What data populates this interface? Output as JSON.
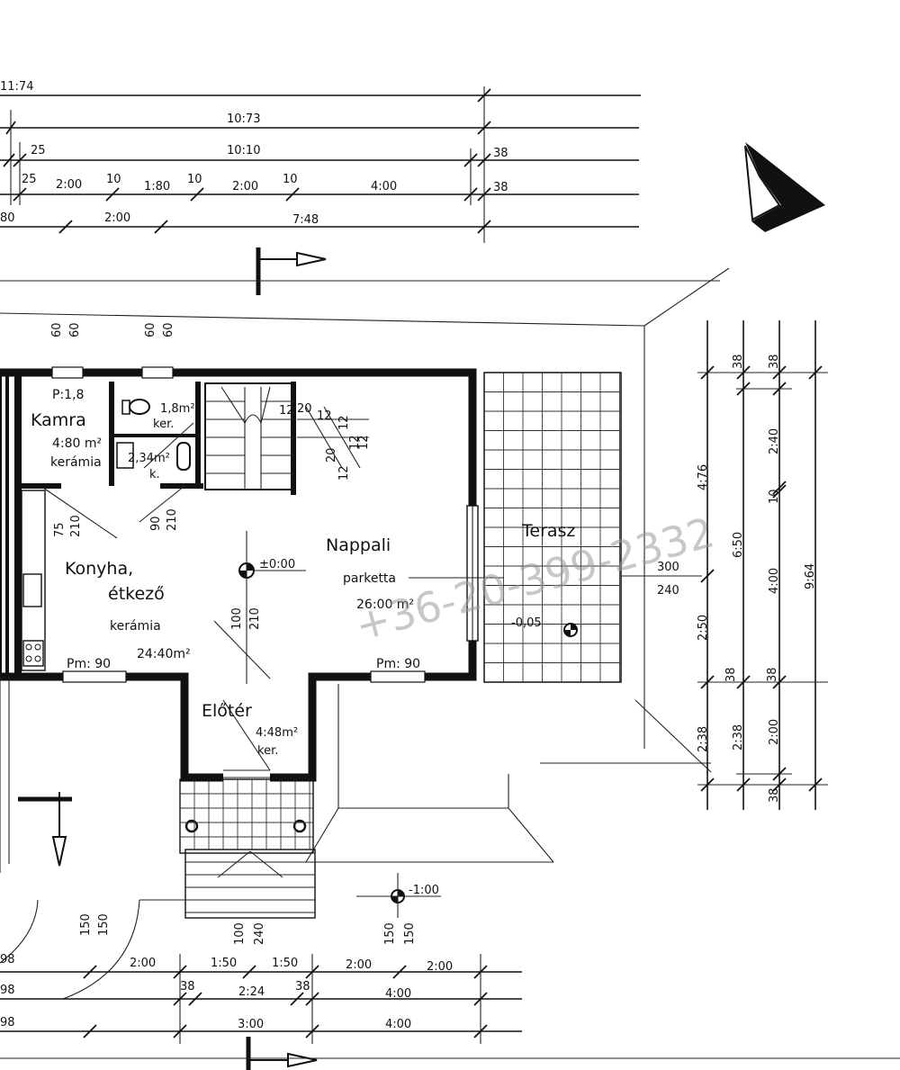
{
  "top_dimensions": {
    "row1": [
      "11:74"
    ],
    "row2": [
      "10:73"
    ],
    "row3": [
      "25",
      "10:10",
      "38"
    ],
    "row4": [
      "25",
      "2:00",
      "10",
      "1:80",
      "10",
      "2:00",
      "10",
      "4:00",
      "38"
    ],
    "row5": [
      "80",
      "2:00",
      "7:48"
    ]
  },
  "window_labels": [
    "60",
    "60",
    "60",
    "60"
  ],
  "rooms": {
    "kamra": {
      "name": "Kamra",
      "label": "P:1,8",
      "area": "4:80 m²",
      "floor": "kerámia"
    },
    "wc": {
      "area": "1,8m²",
      "floor": "ker."
    },
    "bath": {
      "area": "2,34m²",
      "floor": "k."
    },
    "konyha": {
      "name": "Konyha,",
      "name2": "étkező",
      "floor": "kerámia",
      "area": "24:40m²"
    },
    "nappali": {
      "name": "Nappali",
      "floor": "parketta",
      "area": "26:00 m²"
    },
    "terasz": {
      "name": "Terasz",
      "level": "-0,05"
    },
    "eloter": {
      "name": "Előtér",
      "area": "4:48m²",
      "floor": "ker."
    }
  },
  "levels": {
    "main": "±0:00",
    "outside": "-1:00"
  },
  "stair_labels": [
    "20",
    "12",
    "12",
    "12",
    "20",
    "12",
    "12",
    "12"
  ],
  "door_labels": [
    "75",
    "210",
    "90",
    "210",
    "100",
    "210"
  ],
  "parapets": [
    "Pm: 90",
    "Pm: 90"
  ],
  "terrace_dims": [
    "300",
    "240"
  ],
  "right_dimensions": {
    "col1": [
      "4:76",
      "2:50",
      "2:38"
    ],
    "col2": [
      "38",
      "6:50",
      "38",
      "2:38"
    ],
    "col3": [
      "38",
      "2:40",
      "10",
      "4:00",
      "38",
      "2:00",
      "38"
    ],
    "col4": [
      "9:64"
    ]
  },
  "bottom_labels": [
    "150",
    "150",
    "100",
    "240",
    "150",
    "150"
  ],
  "bottom_dimensions": {
    "row1": [
      "98",
      "2:00",
      "1:50",
      "1:50",
      "2:00",
      "2:00"
    ],
    "row2": [
      "98",
      "38",
      "2:24",
      "38",
      "4:00"
    ],
    "row3": [
      "98",
      "3:00",
      "4:00"
    ]
  },
  "watermark": "+36-20-399-2332"
}
